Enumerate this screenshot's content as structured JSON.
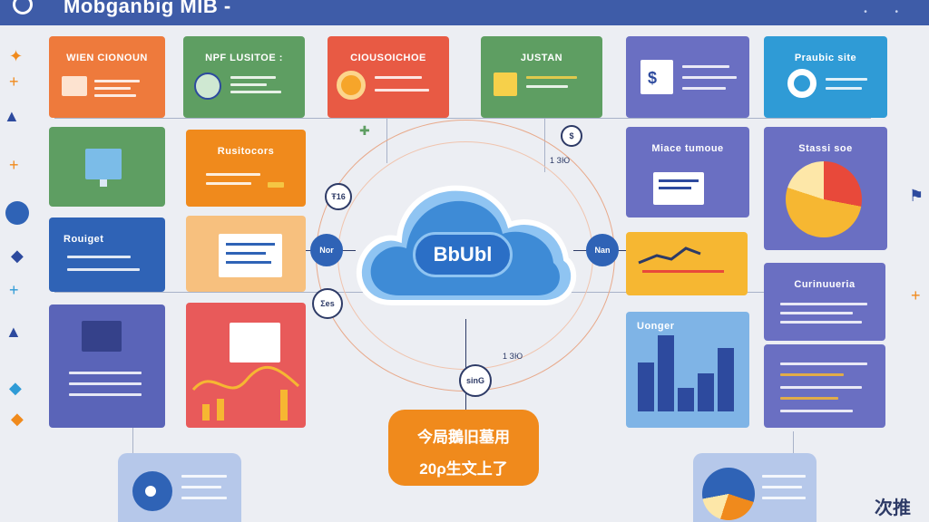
{
  "header": {
    "title": "Mobganbig MIB -"
  },
  "hub": {
    "label": "BbUbl"
  },
  "footer": {
    "line1": "今局鵝旧墓用",
    "line2": "20ρ生文上了"
  },
  "cards": {
    "c1": "WIEN CIONOUN",
    "c2": "NPF LUSITOE :",
    "c3": "CIOUSOICHOE",
    "c4": "JUSTAN",
    "c5": "Praubic site",
    "c6": "Rusitocors",
    "c7": "Miace tumoue",
    "c8": "Stassi soe",
    "c9": "Rouiget",
    "c10": "Curinuueria",
    "c11": "Uonger"
  },
  "nodes": {
    "n1": "Nor",
    "n2": "Nan",
    "n3": "Ŧ16",
    "n4": "Σes",
    "n5": "sinG"
  },
  "annotations": {
    "a1": "$",
    "a2": "1 ЗЮ",
    "a3": "1 ЗЮ"
  },
  "corner": {
    "text": "次推"
  },
  "colors": {
    "header": "#3e5ca8",
    "hub": "#2b6fc6",
    "footer": "#f08a1c",
    "accent_blue": "#2f63b6",
    "accent_purple": "#6a6fc2"
  }
}
